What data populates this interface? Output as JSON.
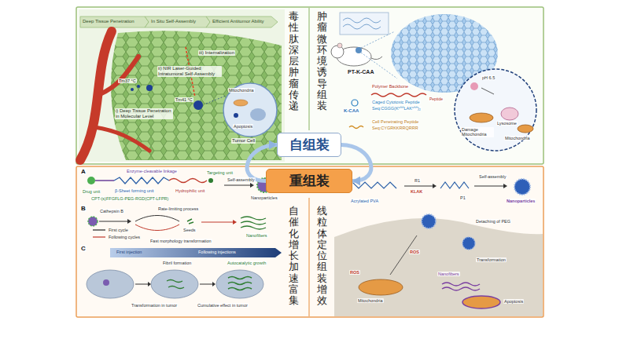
{
  "diagram": {
    "nodes": [
      {
        "text": [
          "自组装"
        ]
      },
      {
        "text": [
          "重组装"
        ]
      }
    ],
    "edges": [
      {
        "from": 0,
        "to": 1,
        "arrow": "to"
      },
      {
        "from": 1,
        "to": 0,
        "arrow": "to"
      }
    ],
    "labels": [
      "Deep Tissue Penetration",
      "In Situ Self-Assembly",
      "Efficient Antitumor Ability",
      "i) Deep Tissue Penetration in Molecular Level",
      "ii) NIR Laser-Guided Intratumoral Self-Assembly",
      "iii) Internalization",
      "Tm37 °C",
      "Tm41 °C",
      "Mitochondria",
      "Apoptosis",
      "Tumor Cell",
      "毒性肽深层肿瘤传递",
      "肿瘤微环境诱导组装",
      "PT-K-CAA",
      "pH 6.5",
      "Lysosome",
      "Damage Mitochondria",
      "Mitochondria",
      "Polymer Backbone",
      "K-CAA",
      "Caged Cytotoxic Peptide",
      "Seq:CGGG(KᶜᴬᴬLAKᶜᴬᴬ)₂",
      "Cell Penetrating Peptide",
      "Seq:CYGRKKRRQRRR",
      "Peptide",
      "A",
      "Enzyme-cleavable linkage",
      "Targeting unit",
      "Drug unit",
      "β-Sheet forming unit",
      "Hydrophilic unit",
      "Self-assembly",
      "CPT-(s)FFGFLG-PEG-RGD(CPT-LFPR)",
      "Nanoparticles",
      "B",
      "Cathepsin B",
      "Rate-limiting process",
      "Seeds",
      "Fast morphology transformation",
      "Nanofibers",
      "C",
      "First injection",
      "Following injections",
      "Fibril formation",
      "Autocatalytic growth",
      "Transformation in tumor",
      "Cumulative effect in tumor",
      "自催化增长加速富集",
      "线粒体定位组装增效",
      "Acrylated PVA",
      "R1",
      "KLAK",
      "P1",
      "Self-assembly",
      "Nanoparticles",
      "Detaching of PEG",
      "ROS",
      "ROS",
      "Mitochondria",
      "Transformation",
      "Nanofibers",
      "Apoptosis"
    ],
    "legend": [
      {
        "text": "First cycle"
      },
      {
        "text": "Following cycles"
      }
    ]
  }
}
